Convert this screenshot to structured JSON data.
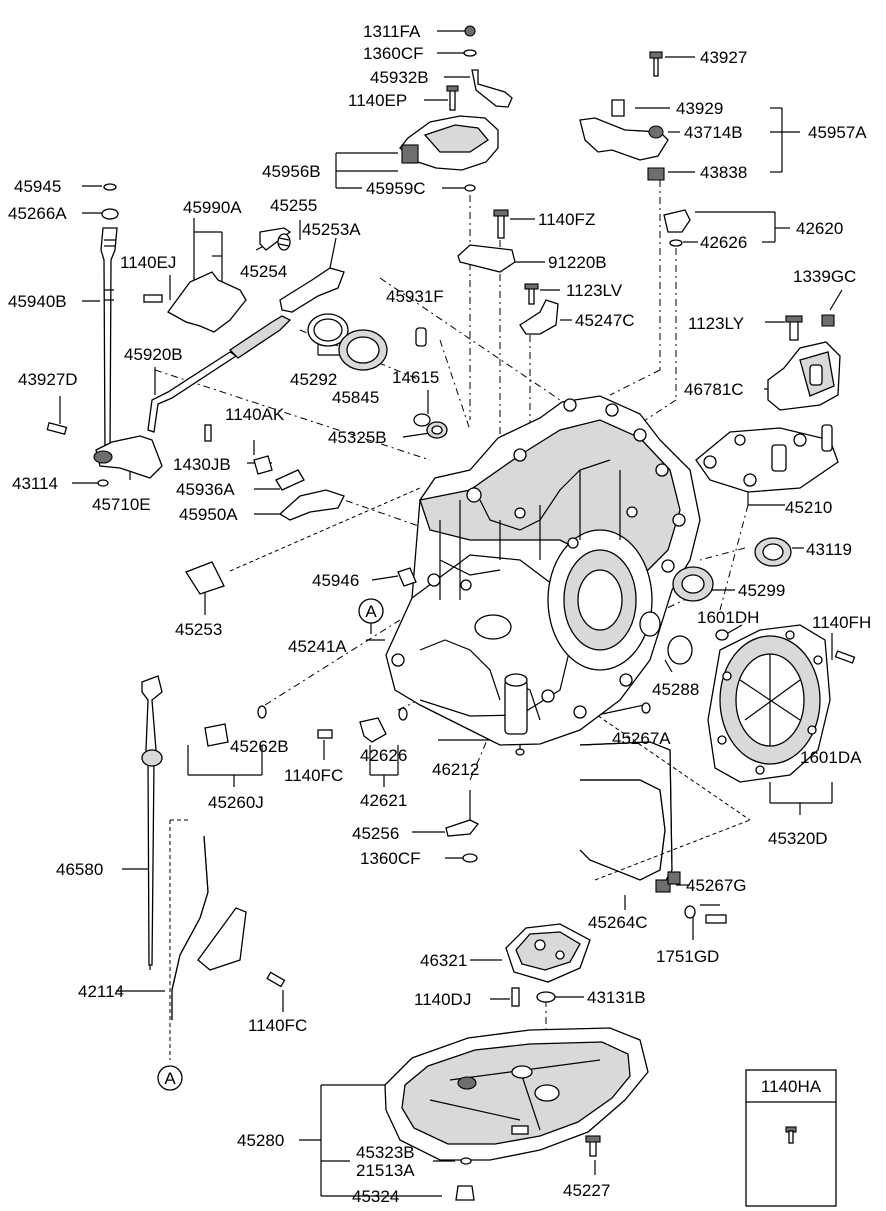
{
  "labels": {
    "p1311FA": "1311FA",
    "p1360CF_top": "1360CF",
    "p45932B": "45932B",
    "p1140EP": "1140EP",
    "p45956B": "45956B",
    "p45959C": "45959C",
    "p43927": "43927",
    "p43929": "43929",
    "p43714B": "43714B",
    "p45957A": "45957A",
    "p43838": "43838",
    "p45945": "45945",
    "p45266A": "45266A",
    "p45990A": "45990A",
    "p45255": "45255",
    "p45253A": "45253A",
    "p1140FZ": "1140FZ",
    "p42620": "42620",
    "p42626_top": "42626",
    "p1140EJ": "1140EJ",
    "p45254": "45254",
    "p91220B": "91220B",
    "p1123LV": "1123LV",
    "p1339GC": "1339GC",
    "p45940B": "45940B",
    "p45931F": "45931F",
    "p45247C": "45247C",
    "p1123LY": "1123LY",
    "p45920B": "45920B",
    "p45292": "45292",
    "p14615": "14615",
    "p43927D": "43927D",
    "p45845": "45845",
    "p46781C": "46781C",
    "p1140AK": "1140AK",
    "p45325B": "45325B",
    "p1430JB": "1430JB",
    "p43114": "43114",
    "p45936A": "45936A",
    "p45710E": "45710E",
    "p45950A": "45950A",
    "p45210": "45210",
    "p43119": "43119",
    "p45946": "45946",
    "p45299": "45299",
    "p45253": "45253",
    "p1601DH": "1601DH",
    "p1140FH": "1140FH",
    "p45241A": "45241A",
    "p45288": "45288",
    "p45262B": "45262B",
    "p42626_bot": "42626",
    "p45267A": "45267A",
    "p1140FC_mid": "1140FC",
    "p46212": "46212",
    "p1601DA": "1601DA",
    "p45260J": "45260J",
    "p42621": "42621",
    "p45256": "45256",
    "p45320D": "45320D",
    "p1360CF_bot": "1360CF",
    "p46580": "46580",
    "p45267G": "45267G",
    "p45264C": "45264C",
    "p1751GD": "1751GD",
    "p46321": "46321",
    "p42114": "42114",
    "p1140DJ": "1140DJ",
    "p43131B": "43131B",
    "p1140FC_bot": "1140FC",
    "p45280": "45280",
    "p45323B": "45323B",
    "p21513A": "21513A",
    "p45227": "45227",
    "p45324": "45324",
    "refA_top": "A",
    "refA_bot": "A"
  },
  "legend_box": {
    "label": "1140HA"
  }
}
